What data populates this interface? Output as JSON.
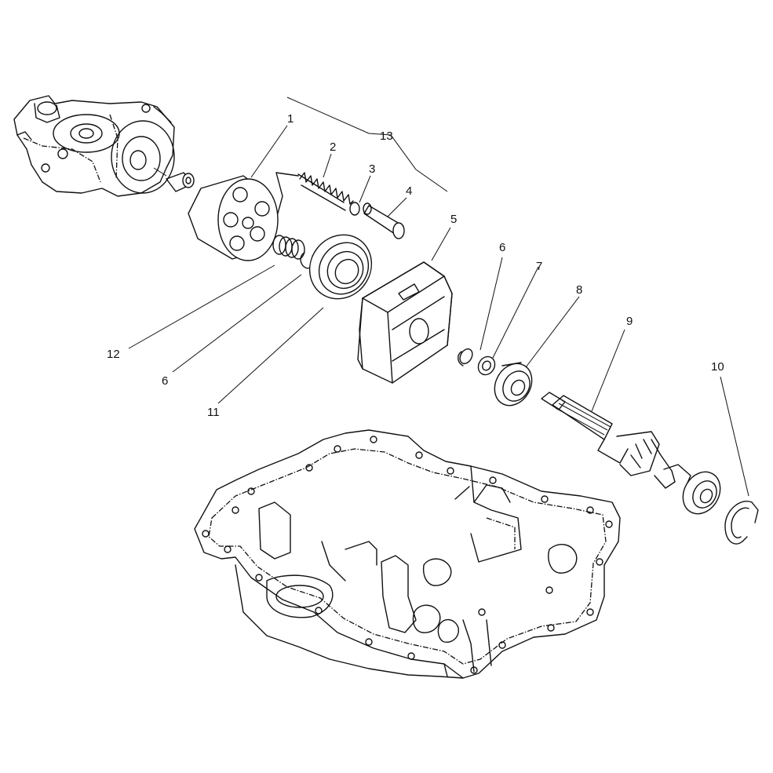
{
  "diagram": {
    "callouts": [
      {
        "id": "c1",
        "text": "1"
      },
      {
        "id": "c2",
        "text": "2"
      },
      {
        "id": "c3",
        "text": "3"
      },
      {
        "id": "c4",
        "text": "4"
      },
      {
        "id": "c5",
        "text": "5"
      },
      {
        "id": "c6a",
        "text": "6"
      },
      {
        "id": "c6b",
        "text": "6"
      },
      {
        "id": "c7",
        "text": "7"
      },
      {
        "id": "c8",
        "text": "8"
      },
      {
        "id": "c9",
        "text": "9"
      },
      {
        "id": "c10",
        "text": "10"
      },
      {
        "id": "c11",
        "text": "11"
      },
      {
        "id": "c12",
        "text": "12"
      },
      {
        "id": "c13",
        "text": "13"
      }
    ]
  }
}
